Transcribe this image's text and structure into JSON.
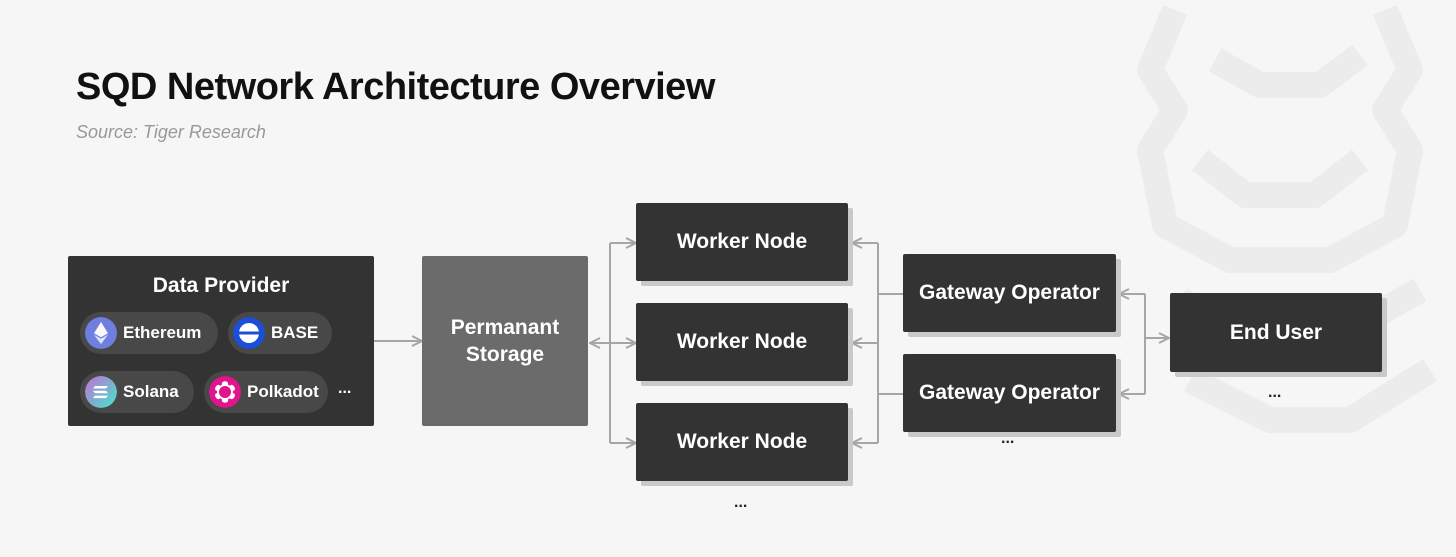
{
  "title": "SQD Network Architecture Overview",
  "subtitle": "Source: Tiger Research",
  "data_provider": {
    "title": "Data Provider",
    "chains": [
      {
        "label": "Ethereum",
        "icon": "ethereum-icon"
      },
      {
        "label": "BASE",
        "icon": "base-icon"
      },
      {
        "label": "Solana",
        "icon": "solana-icon"
      },
      {
        "label": "Polkadot",
        "icon": "polkadot-icon"
      }
    ],
    "more": "..."
  },
  "storage": {
    "line1": "Permanant",
    "line2": "Storage"
  },
  "workers": {
    "items": [
      "Worker Node",
      "Worker Node",
      "Worker Node"
    ],
    "more": "..."
  },
  "gateways": {
    "items": [
      "Gateway Operator",
      "Gateway Operator"
    ],
    "more": "..."
  },
  "end_user": {
    "label": "End User",
    "more": "..."
  },
  "colors": {
    "background": "#f6f6f6",
    "node": "#333333",
    "storage": "#6b6b6b",
    "chip": "#484848",
    "connector": "#a6a6a6",
    "ethereum": "#6f7fe0",
    "base": "#1b4fd8",
    "polkadot": "#e0148c"
  }
}
